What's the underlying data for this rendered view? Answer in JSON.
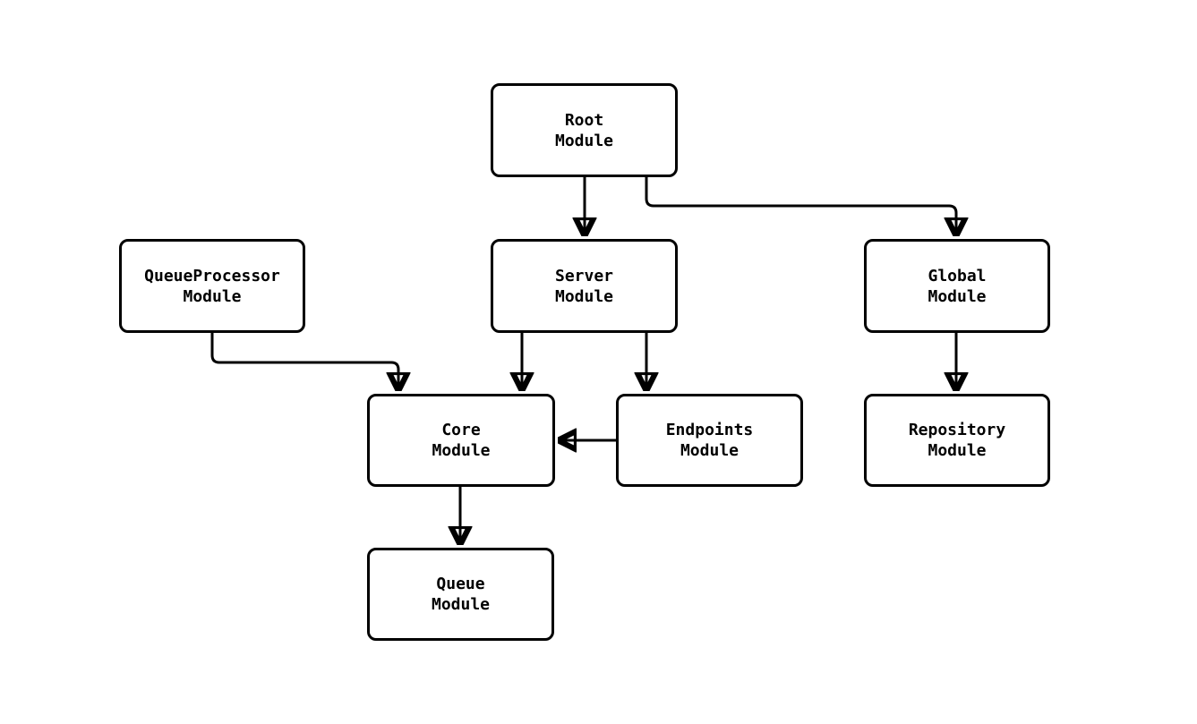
{
  "diagram": {
    "type": "module-dependency-graph",
    "colors": {
      "background": "#ffffff",
      "node_fill": "#ffffff",
      "node_border": "#000000",
      "line": "#000000",
      "text": "#000000"
    },
    "nodes": {
      "root": {
        "label": "Root\nModule"
      },
      "queue_processor": {
        "label": "QueueProcessor\nModule"
      },
      "server": {
        "label": "Server\nModule"
      },
      "global": {
        "label": "Global\nModule"
      },
      "core": {
        "label": "Core\nModule"
      },
      "endpoints": {
        "label": "Endpoints\nModule"
      },
      "repository": {
        "label": "Repository\nModule"
      },
      "queue": {
        "label": "Queue\nModule"
      }
    },
    "edges": [
      {
        "from": "Root Module",
        "to": "Server Module"
      },
      {
        "from": "Root Module",
        "to": "Global Module"
      },
      {
        "from": "QueueProcessor Module",
        "to": "Core Module"
      },
      {
        "from": "Server Module",
        "to": "Core Module"
      },
      {
        "from": "Server Module",
        "to": "Endpoints Module"
      },
      {
        "from": "Endpoints Module",
        "to": "Core Module"
      },
      {
        "from": "Global Module",
        "to": "Repository Module"
      },
      {
        "from": "Core Module",
        "to": "Queue Module"
      }
    ]
  }
}
